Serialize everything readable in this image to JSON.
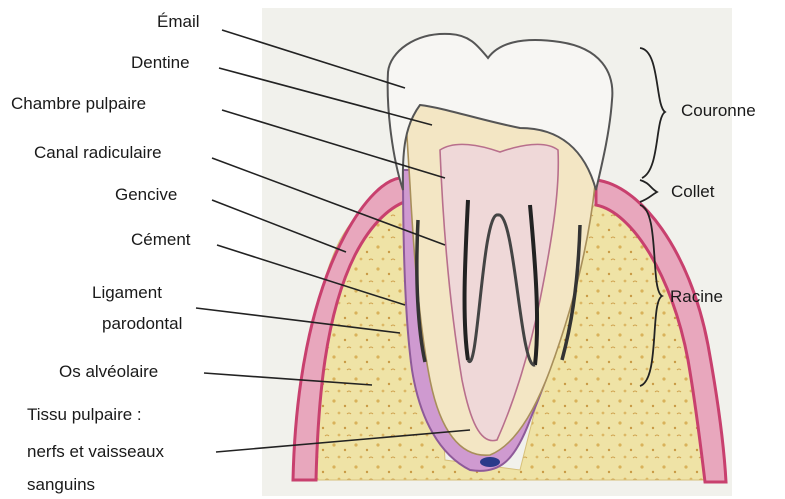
{
  "labels": {
    "email": "Émail",
    "dentine": "Dentine",
    "chambre_pulpaire": "Chambre pulpaire",
    "canal_radiculaire": "Canal radiculaire",
    "gencive": "Gencive",
    "cement": "Cément",
    "ligament_line1": "Ligament",
    "ligament_line2": "parodontal",
    "os_alveolaire": "Os alvéolaire",
    "tissu_line1": "Tissu pulpaire :",
    "tissu_line2": "nerfs et vaisseaux",
    "tissu_line3": "sanguins",
    "couronne": "Couronne",
    "collet": "Collet",
    "racine": "Racine"
  },
  "colors": {
    "enamel": "#f4f2ee",
    "dentine": "#f3e6c4",
    "pulp": "#efd8d8",
    "gum": "#c8406e",
    "bone": "#efe3a6",
    "cementum": "#cf9ad0",
    "ink": "#222222"
  }
}
